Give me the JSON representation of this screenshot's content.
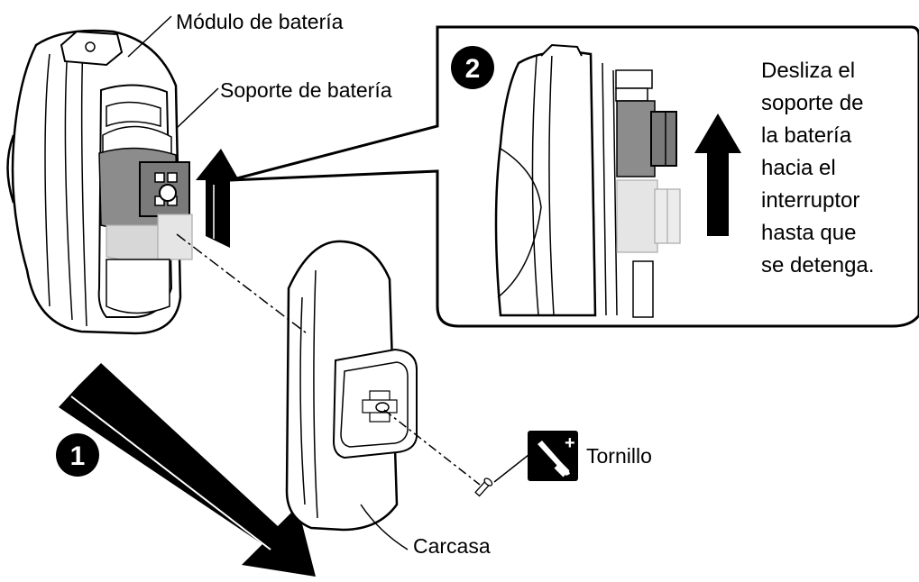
{
  "labels": {
    "battery_module": "Módulo de batería",
    "battery_holder": "Soporte de batería",
    "screw": "Tornillo",
    "housing": "Carcasa"
  },
  "steps": {
    "step1": "1",
    "step2": "2"
  },
  "instruction_lines": [
    "Desliza el",
    "soporte de",
    "la batería",
    "hacia el",
    "interruptor",
    "hasta que",
    "se detenga."
  ],
  "icons": {
    "screwdriver": "screwdriver-plus-icon",
    "power": "power-icon"
  },
  "colors": {
    "line": "#000000",
    "holder_dark": "#8c8c8c",
    "holder_light": "#d7d7d7",
    "arrow": "#000000"
  }
}
